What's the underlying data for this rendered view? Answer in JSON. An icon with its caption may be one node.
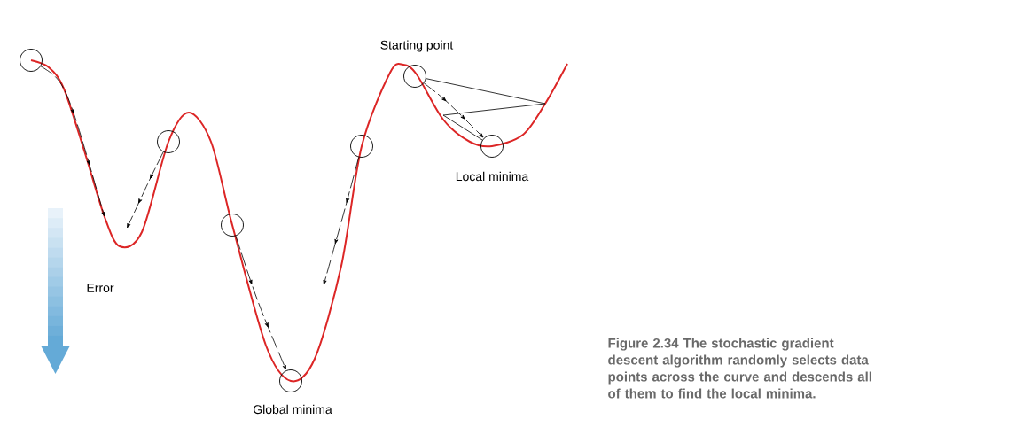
{
  "diagram": {
    "caption": "Figure 2.34 The stochastic gradient descent algorithm randomly selects data points across the curve and descends all of them to find the local minima.",
    "nodes": [
      {
        "text": [],
        "shape": "circle"
      },
      {
        "text": [],
        "shape": "circle"
      },
      {
        "text": [],
        "shape": "circle"
      },
      {
        "text": [],
        "shape": "circle"
      },
      {
        "text": [],
        "shape": "circle",
        "beside": [
          "Starting point"
        ]
      },
      {
        "text": [],
        "shape": "circle",
        "beside": [
          "Local minima"
        ]
      },
      {
        "text": [],
        "shape": "circle",
        "beside": [
          "Global minima"
        ]
      }
    ],
    "edges": [
      {
        "from": 0,
        "to": null,
        "arrow": "to",
        "style": "dashed"
      },
      {
        "from": 1,
        "to": null,
        "arrow": "to",
        "style": "dashed"
      },
      {
        "from": 2,
        "to": 6,
        "arrow": "to",
        "style": "dashed"
      },
      {
        "from": 3,
        "to": null,
        "arrow": "to",
        "style": "dashed"
      },
      {
        "from": 4,
        "to": 5,
        "arrow": "to",
        "style": "dashed"
      },
      {
        "from": 4,
        "to": 5,
        "arrow": "none"
      }
    ],
    "labels": [
      "Error"
    ]
  }
}
